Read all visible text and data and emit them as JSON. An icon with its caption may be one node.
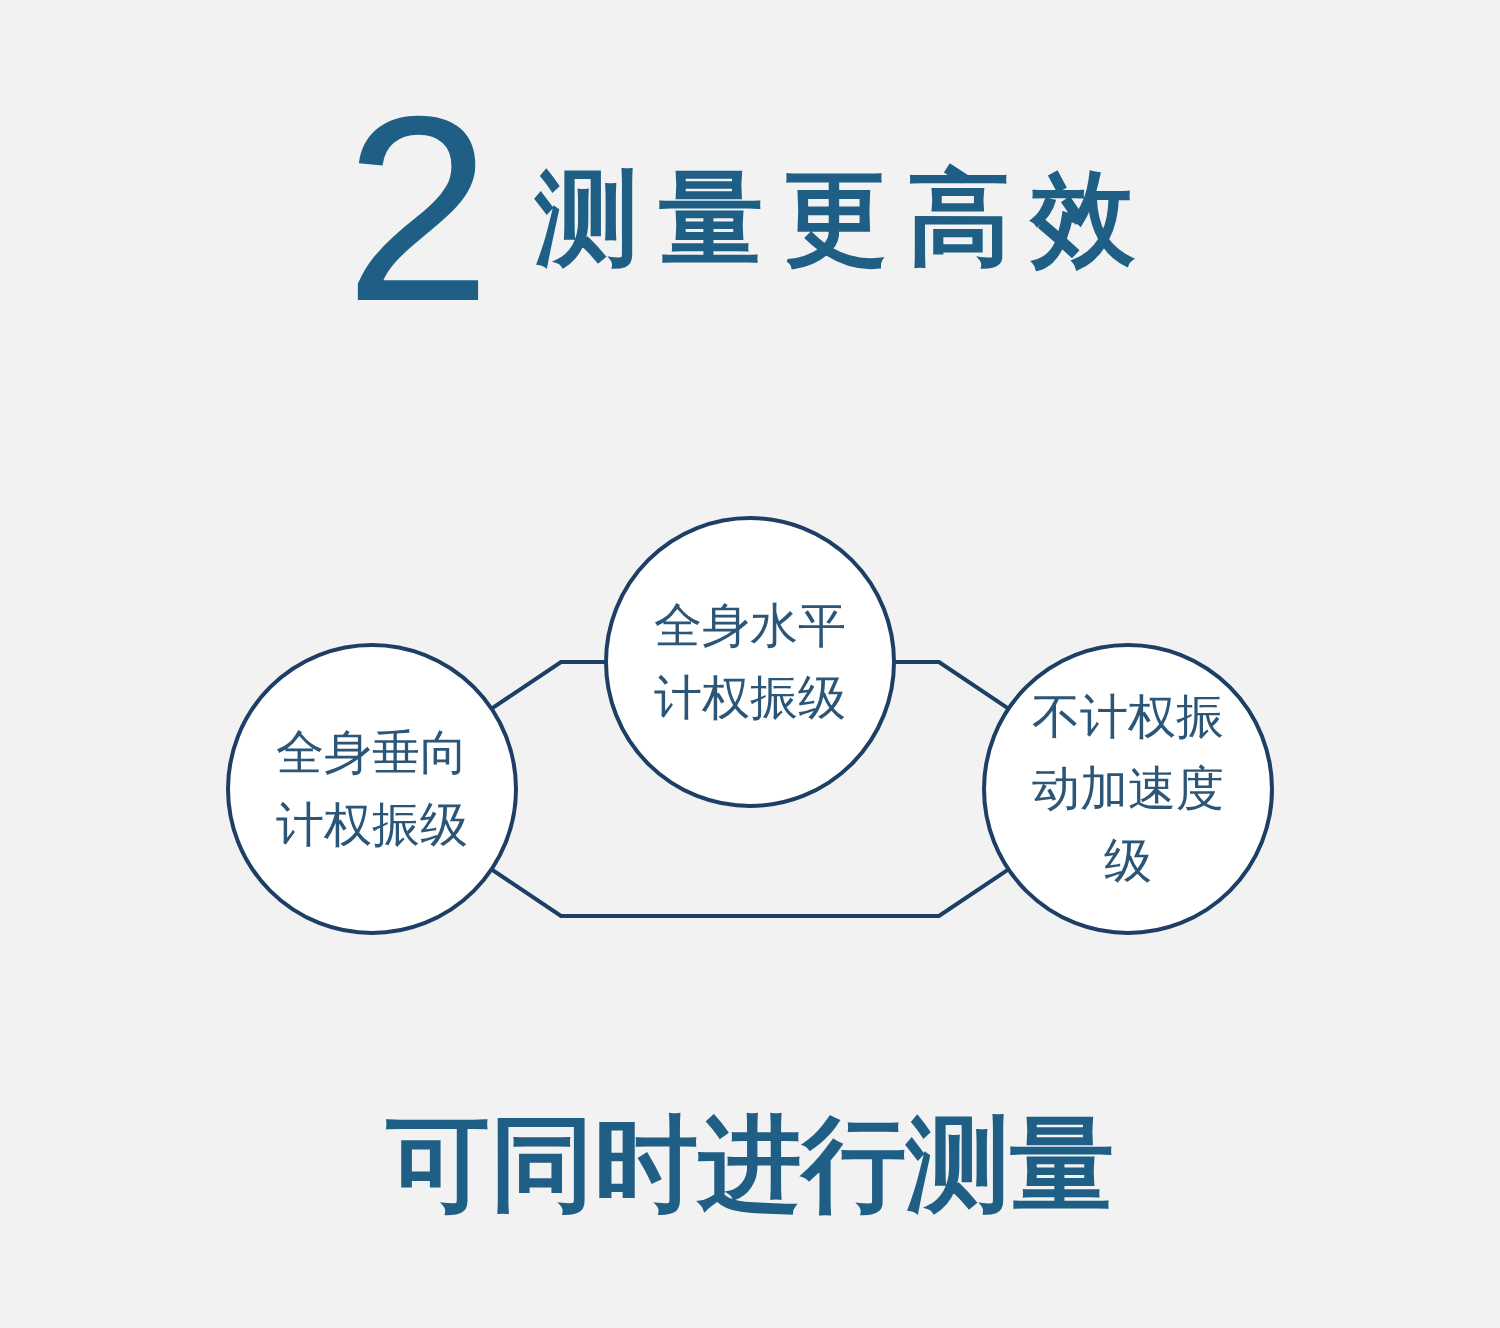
{
  "diagram": {
    "title": "测量更高效",
    "caption": "可同时进行测量",
    "labels": [
      "2"
    ],
    "nodes": [
      {
        "text": [
          "全身水平计权振级"
        ]
      },
      {
        "text": [
          "全身垂向计权振级"
        ]
      },
      {
        "text": [
          "不计权振动加速度级"
        ]
      }
    ],
    "edges": [
      {
        "from": 1,
        "to": 0,
        "arrow": "none"
      },
      {
        "from": 0,
        "to": 2,
        "arrow": "none"
      },
      {
        "from": 1,
        "to": 2,
        "arrow": "none"
      }
    ]
  }
}
